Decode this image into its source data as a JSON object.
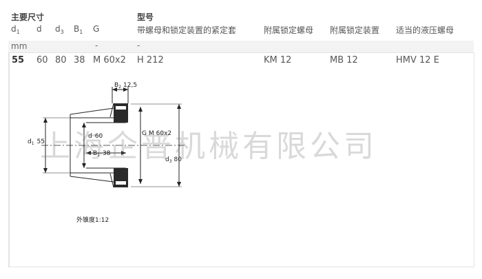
{
  "header": {
    "main_dims_title": "主要尺寸",
    "type_title": "型号",
    "cols": {
      "d1": "d",
      "d1_sub": "1",
      "d": "d",
      "d3": "d",
      "d3_sub": "3",
      "b1": "B",
      "b1_sub": "1",
      "g": "G",
      "sleeve": "带螺母和锁定装置的紧定套",
      "nut": "附属锁定螺母",
      "lock": "附属锁定装置",
      "hyd_nut": "适当的液压螺母"
    }
  },
  "units": {
    "mm": "mm",
    "dash1": "-",
    "dash2": "-"
  },
  "row": {
    "d1": "55",
    "d": "60",
    "d3": "80",
    "b1": "38",
    "g": "M 60x2",
    "sleeve": "H 212",
    "nut": "KM 12",
    "lock": "MB 12",
    "hyd_nut": "HMV 12 E"
  },
  "drawing": {
    "b2_label": "B",
    "b2_sub": "2",
    "b2_value": "12,5",
    "d1_label": "d",
    "d1_sub": "1",
    "d1_value": "55",
    "d_label": "d",
    "d_value": "60",
    "b1_label": "B",
    "b1_sub": "1",
    "b1_value": "38",
    "g_label": "G",
    "g_value": "M 60x2",
    "d3_label": "d",
    "d3_sub": "3",
    "d3_value": "80",
    "taper_note": "外锥度1:12"
  },
  "watermark": "上海企普机械有限公司"
}
